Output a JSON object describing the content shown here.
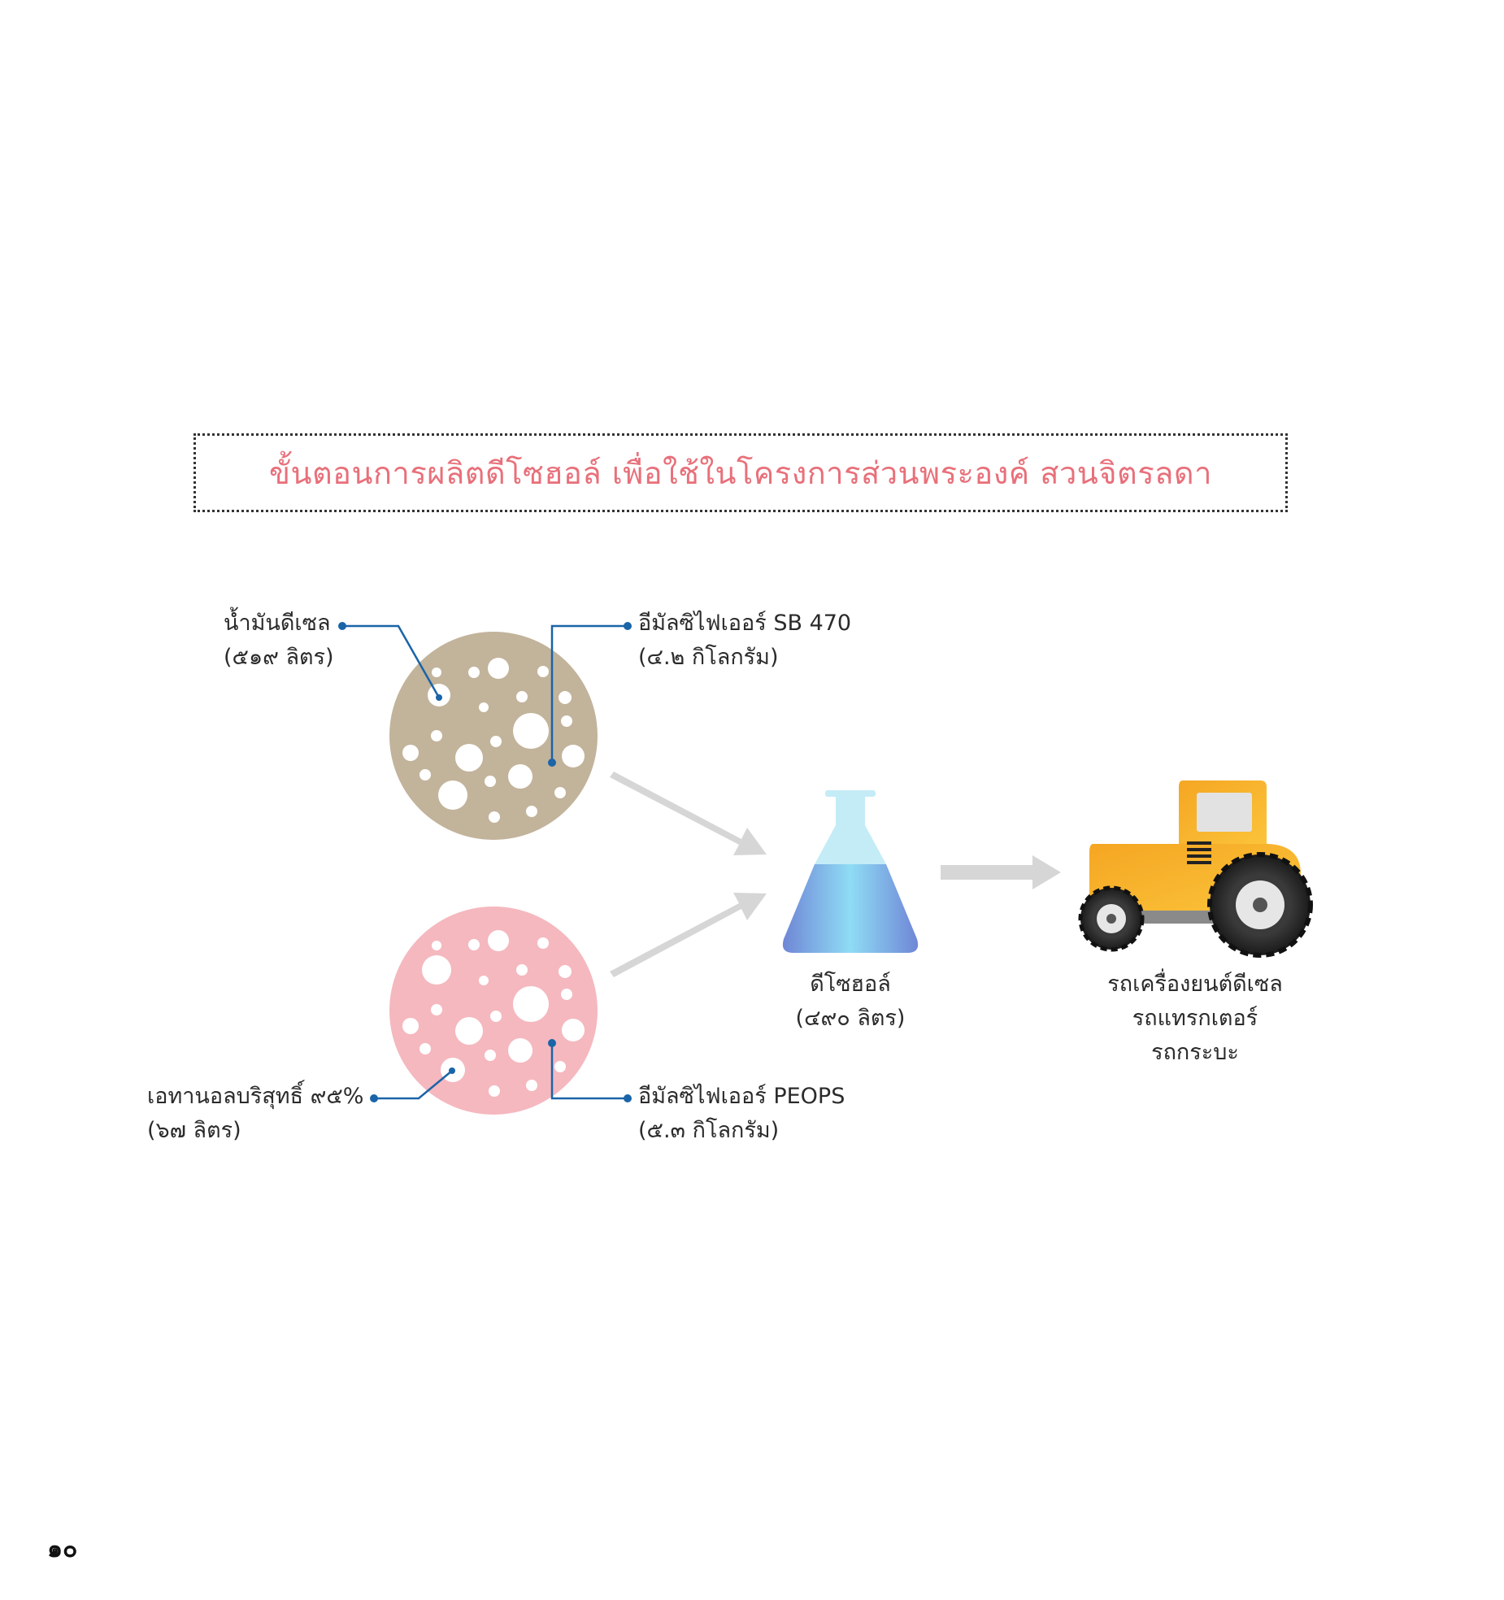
{
  "title": "ขั้นตอนการผลิตดีโซฮอล์ เพื่อใช้ในโครงการส่วนพระองค์ สวนจิตรลดา",
  "ingredients": [
    {
      "name": "น้ำมันดีเซล",
      "amount": "(๕๑๙ ลิตร)"
    },
    {
      "name": "อีมัลซิไฟเออร์ SB 470",
      "amount": "(๔.๒ กิโลกรัม)"
    },
    {
      "name": "เอทานอลบริสุทธิ์ ๙๕%",
      "amount": "(๖๗ ลิตร)"
    },
    {
      "name": "อีมัลซิไฟเออร์ PEOPS",
      "amount": "(๕.๓ กิโลกรัม)"
    }
  ],
  "product": {
    "name": "ดีโซฮอล์",
    "amount": "(๔๙๐ ลิตร)"
  },
  "usage": [
    "รถเครื่องยนต์ดีเซล",
    "รถแทรกเตอร์",
    "รถกระบะ"
  ],
  "page_number": "๑๐",
  "colors": {
    "title": "#e8707a",
    "callout": "#1a64a8",
    "diesel_blend": "#c2b39b",
    "ethanol_blend": "#f5b8bf",
    "arrow": "#d6d6d6",
    "tractor": "#f5a623"
  },
  "icons": [
    "diesel-blend-circle-icon",
    "ethanol-blend-circle-icon",
    "flask-icon",
    "tractor-icon",
    "arrow-icon"
  ]
}
